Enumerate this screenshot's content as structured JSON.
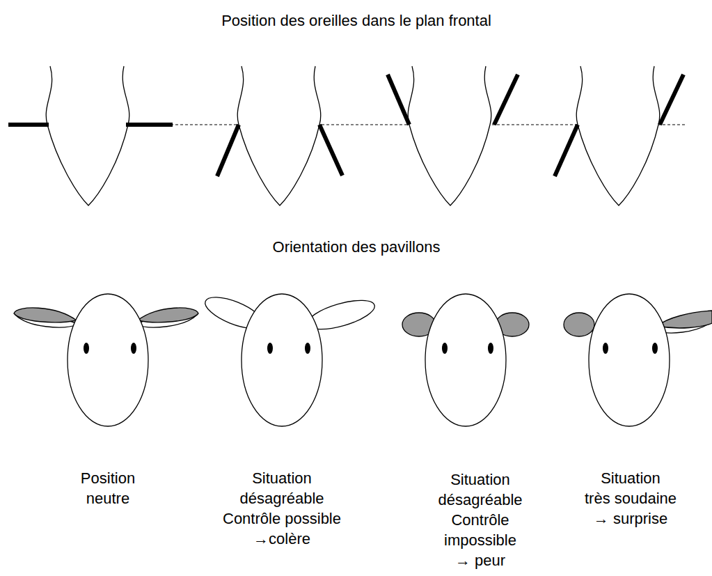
{
  "diagram": {
    "title": "Position des oreilles dans le plan frontal",
    "labels": [
      "Orientation des pavillons",
      "Position neutre",
      "Situation désagréable Contrôle possible →colère",
      "Situation désagréable Contrôle impossible → peur",
      "Situation très soudaine → surprise"
    ]
  }
}
